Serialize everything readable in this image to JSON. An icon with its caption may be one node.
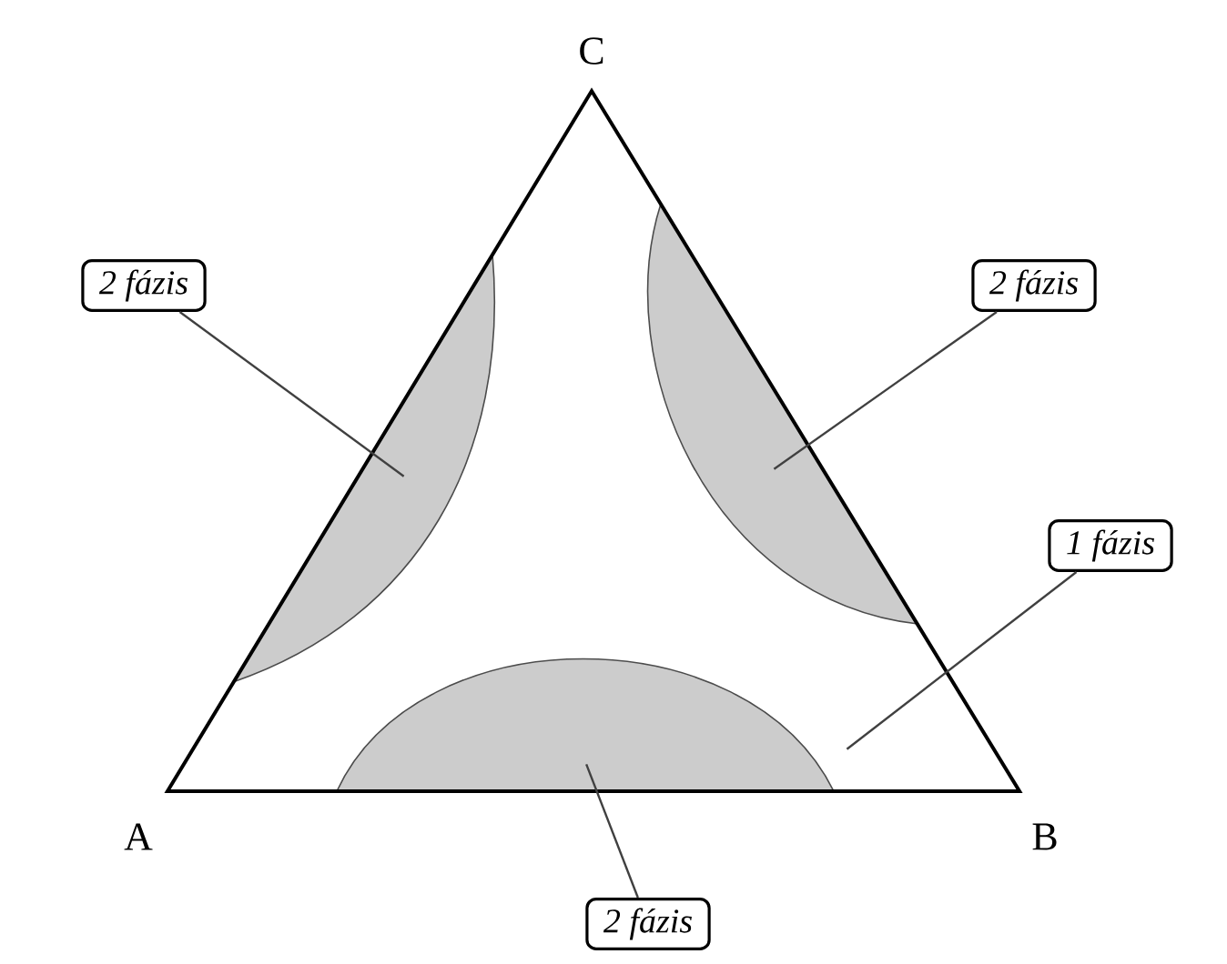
{
  "diagram": {
    "nodes": [
      {
        "text": [],
        "shape": "triangle"
      },
      {
        "text": [],
        "shape": "blob",
        "in": 0
      },
      {
        "text": [],
        "shape": "blob",
        "in": 0
      },
      {
        "text": [],
        "shape": "blob",
        "in": 0
      },
      {
        "text": [
          "*2 fázis*"
        ]
      },
      {
        "text": [
          "*2 fázis*"
        ]
      },
      {
        "text": [
          "*1 fázis*"
        ]
      },
      {
        "text": [
          "*2 fázis*"
        ]
      }
    ],
    "edges": [
      {
        "from": 4,
        "to": 1,
        "arrow": "none"
      },
      {
        "from": 5,
        "to": 2,
        "arrow": "none"
      },
      {
        "from": 6,
        "to": 0,
        "arrow": "none"
      },
      {
        "from": 7,
        "to": 3,
        "arrow": "none"
      }
    ],
    "labels": [
      "C",
      "A",
      "B"
    ]
  }
}
